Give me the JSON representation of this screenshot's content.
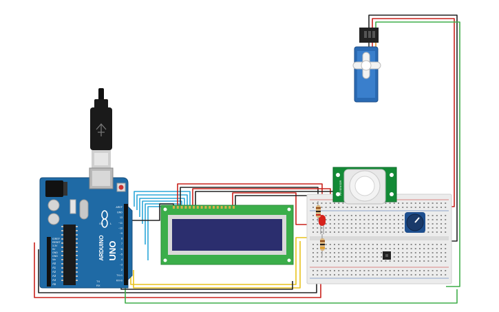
{
  "arduino": {
    "brand": "ARDUINO",
    "model": "UNO",
    "label_on": "ON",
    "label_l": "L",
    "label_tx": "TX",
    "label_rx": "RX",
    "analog_pins": [
      "A0",
      "A1",
      "A2",
      "A3",
      "A4",
      "A5"
    ],
    "power_pins": [
      "IOREF",
      "RESET",
      "3.3V",
      "5V",
      "GND",
      "GND",
      "Vin"
    ],
    "digital_pins": [
      "AREF",
      "GND",
      "13",
      "~11",
      "~10",
      "~9",
      "8",
      "7",
      "~6",
      "~5",
      "4",
      "~3",
      "2",
      "TX>1",
      "RX<0"
    ]
  },
  "lcd": {
    "screen_color": "#2b2e6e"
  },
  "pir": {
    "label": "PIR SENSOR"
  },
  "colors": {
    "wire_red": "#c8201a",
    "wire_black": "#222222",
    "wire_blue": "#2aa7d8",
    "wire_green": "#3fae49",
    "wire_yellow": "#e8c21a",
    "board_blue": "#1f6aa5",
    "pir_green": "#138a36",
    "servo_blue": "#2a6ab3"
  },
  "icons": [
    "usb-plug-icon",
    "potentiometer-knob-icon",
    "led-red-icon",
    "resistor-icon",
    "servo-horn-icon",
    "pushbutton-icon"
  ]
}
